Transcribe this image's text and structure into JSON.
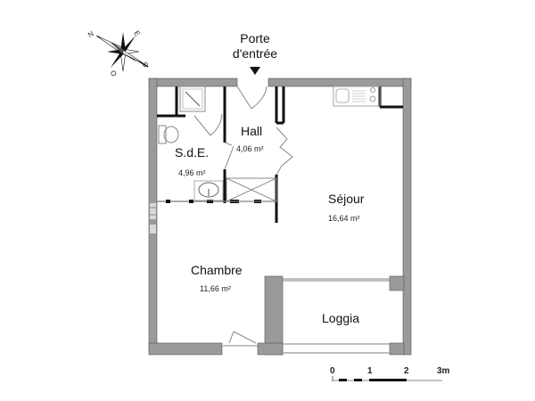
{
  "plan": {
    "entrance": {
      "line1": "Porte",
      "line2": "d'entrée"
    },
    "rooms": [
      {
        "id": "sde",
        "name": "S.d.E.",
        "area": "4,96 m²"
      },
      {
        "id": "hall",
        "name": "Hall",
        "area": "4,06 m²"
      },
      {
        "id": "sejour",
        "name": "Séjour",
        "area": "16,64 m²"
      },
      {
        "id": "chambre",
        "name": "Chambre",
        "area": "11,66 m²"
      },
      {
        "id": "loggia",
        "name": "Loggia",
        "area": ""
      }
    ],
    "scale": {
      "ticks": [
        "0",
        "1",
        "2",
        "3m"
      ]
    },
    "compass": {
      "n": "N",
      "e": "E",
      "s": "S",
      "o": "O"
    },
    "colors": {
      "wall": "#9a9a9a",
      "wall_outline": "#555555",
      "partition": "#111111",
      "fixture": "#888888"
    }
  }
}
